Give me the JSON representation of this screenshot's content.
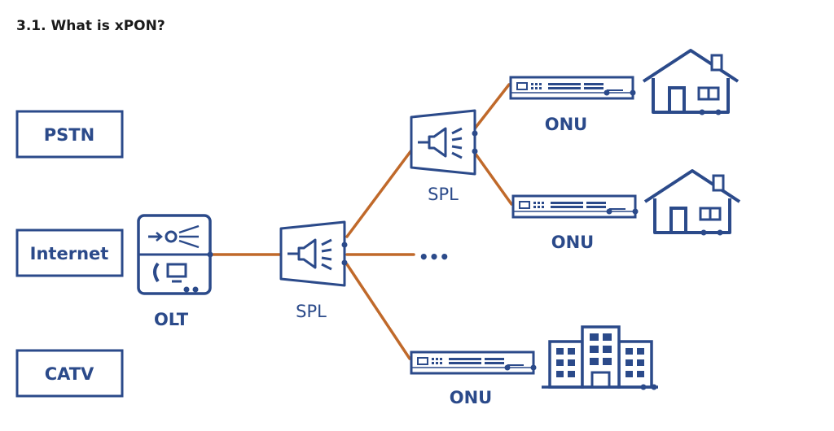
{
  "page": {
    "heading": "3.1. What is xPON?"
  },
  "diagram": {
    "sources": [
      "PSTN",
      "Internet",
      "CATV"
    ],
    "olt_label": "OLT",
    "splitter_label": "SPL",
    "onu_label": "ONU",
    "ellipsis": "•••",
    "colors": {
      "device": "#2b4a8a",
      "fiber": "#c0692a",
      "fill": "#ffffff"
    },
    "icons": [
      "olt-device-icon",
      "splitter-icon",
      "onu-device-icon",
      "house-icon",
      "office-building-icon"
    ]
  }
}
